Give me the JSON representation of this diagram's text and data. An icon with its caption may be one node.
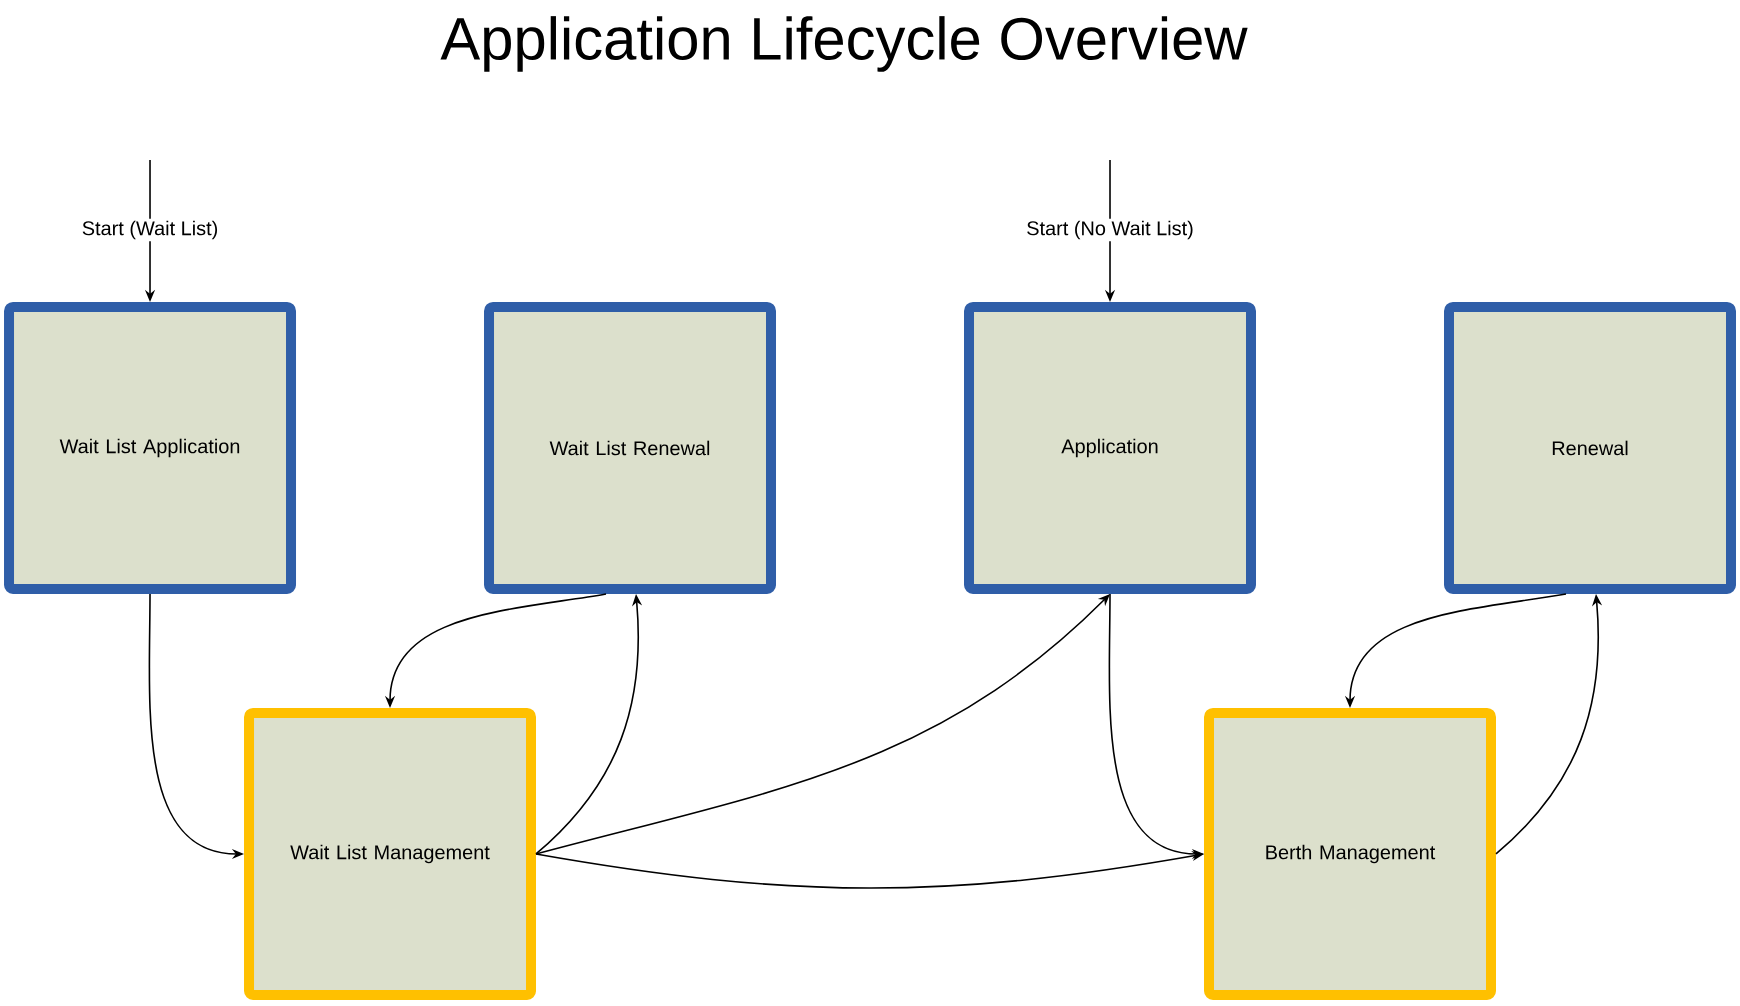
{
  "diagram": {
    "title": "Application Lifecycle Overview",
    "nodes": [
      {
        "text": [
          "Wait List Application"
        ]
      },
      {
        "text": [
          "Wait List Renewal"
        ]
      },
      {
        "text": [
          "Application"
        ]
      },
      {
        "text": [
          "Renewal"
        ]
      },
      {
        "text": [
          "Wait List Management"
        ]
      },
      {
        "text": [
          "Berth Management"
        ]
      }
    ],
    "edges": [
      {
        "from": null,
        "to": 0,
        "arrow": "to",
        "label": "Start (Wait List)"
      },
      {
        "from": null,
        "to": 2,
        "arrow": "to",
        "label": "Start (No Wait List)"
      },
      {
        "from": 0,
        "to": 4,
        "arrow": "to"
      },
      {
        "from": 1,
        "to": 4,
        "arrow": "to"
      },
      {
        "from": 4,
        "to": 1,
        "arrow": "to"
      },
      {
        "from": 4,
        "to": 2,
        "arrow": "to"
      },
      {
        "from": 4,
        "to": 5,
        "arrow": "to"
      },
      {
        "from": 2,
        "to": 5,
        "arrow": "to"
      },
      {
        "from": 3,
        "to": 5,
        "arrow": "to"
      },
      {
        "from": 5,
        "to": 3,
        "arrow": "to"
      }
    ]
  }
}
